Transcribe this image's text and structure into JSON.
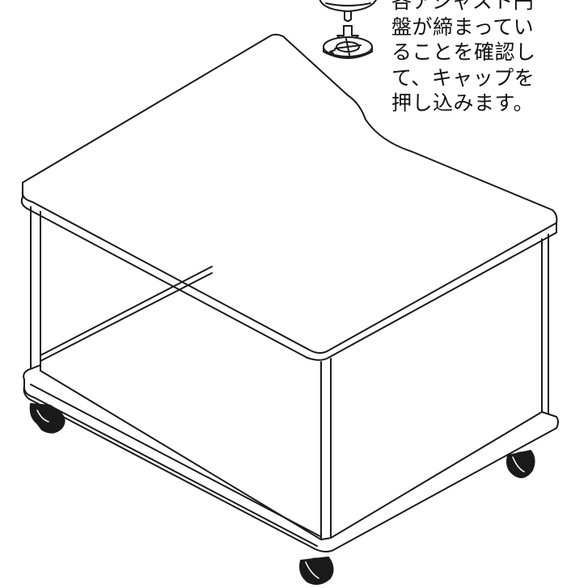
{
  "caption": {
    "lines": [
      "各アジャスト円",
      "盤が締まってい",
      "ることを確認し",
      "て、キャップを",
      "押し込みます。"
    ]
  },
  "illustration": {
    "subject": "cabinet-wagon-with-casters",
    "inset": "adjuster-disc-cap",
    "colors": {
      "line": "#1a1a1a",
      "background": "#ffffff",
      "caster_fill": "#1a1a1a"
    }
  }
}
